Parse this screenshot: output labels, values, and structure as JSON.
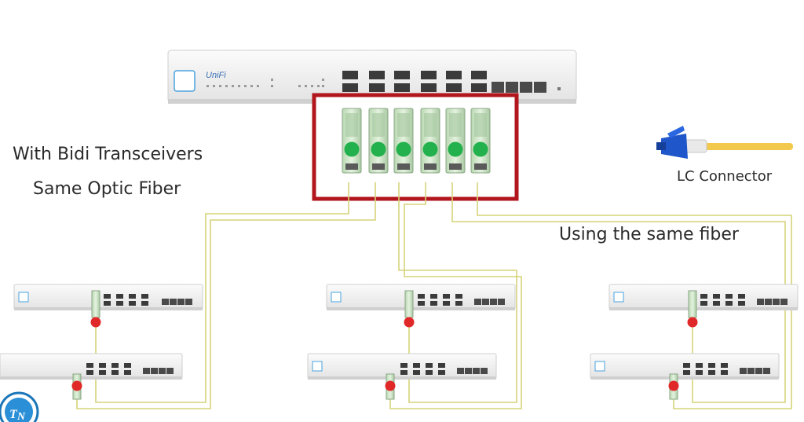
{
  "labels": {
    "title_line1": "With Bidi Transceivers",
    "title_line2": "Same Optic Fiber",
    "lc_connector": "LC Connector",
    "same_fiber": "Using the same fiber"
  },
  "main_switch": {
    "brand": "UniFi",
    "sfp_port_columns": 6,
    "rj45_ports": 4
  },
  "transceiver_count": 6,
  "access_switch_groups": 3,
  "colors": {
    "highlight_box": "#b1161c",
    "fiber": "#d6d47a",
    "tx_dot_main": "#22b14c",
    "tx_dot_remote": "#e02828",
    "transceiver_body": "#cfe7c8",
    "connector_blue": "#1f56c9",
    "connector_cable": "#f2c94c"
  },
  "icons": [
    "lc-connector-icon",
    "watermark-logo-icon"
  ]
}
